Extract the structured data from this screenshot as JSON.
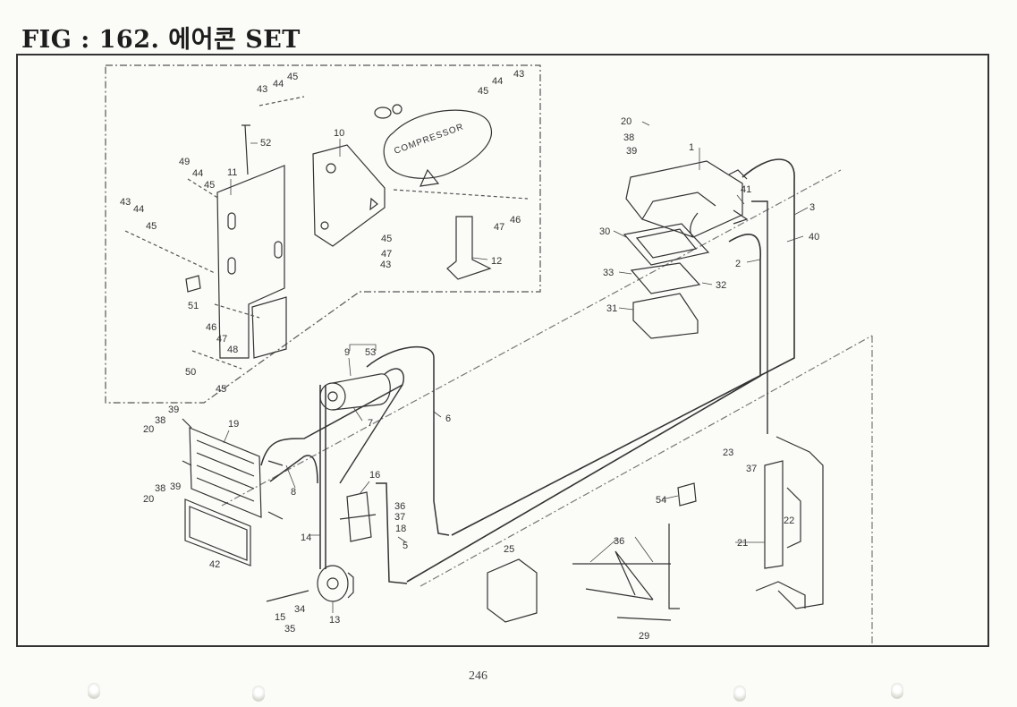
{
  "title": "FIG : 162. 에어콘 SET",
  "page_number": "246",
  "compressor_label": "COMPRESSOR",
  "labels": {
    "l1": "1",
    "l2": "2",
    "l3": "3",
    "l5": "5",
    "l6": "6",
    "l7": "7",
    "l8": "8",
    "l9": "9",
    "l10": "10",
    "l11": "11",
    "l12": "12",
    "l13": "13",
    "l14": "14",
    "l15": "15",
    "l16": "16",
    "l18": "18",
    "l19": "19",
    "l20a": "20",
    "l20b": "20",
    "l20c": "20",
    "l21": "21",
    "l22": "22",
    "l23": "23",
    "l25": "25",
    "l29": "29",
    "l30": "30",
    "l31": "31",
    "l32": "32",
    "l33": "33",
    "l34": "34",
    "l35": "35",
    "l36a": "36",
    "l36b": "36",
    "l37a": "37",
    "l37b": "37",
    "l38a": "38",
    "l38b": "38",
    "l38c": "38",
    "l39a": "39",
    "l39b": "39",
    "l39c": "39",
    "l40": "40",
    "l41": "41",
    "l42": "42",
    "l43a": "43",
    "l43b": "43",
    "l43c": "43",
    "l43d": "43",
    "l44a": "44",
    "l44b": "44",
    "l44c": "44",
    "l44d": "44",
    "l45a": "45",
    "l45b": "45",
    "l45c": "45",
    "l45d": "45",
    "l45e": "45",
    "l45f": "45",
    "l46a": "46",
    "l46b": "46",
    "l47a": "47",
    "l47b": "47",
    "l47c": "47",
    "l48": "48",
    "l49": "49",
    "l50": "50",
    "l51": "51",
    "l52": "52",
    "l53": "53",
    "l54": "54"
  }
}
